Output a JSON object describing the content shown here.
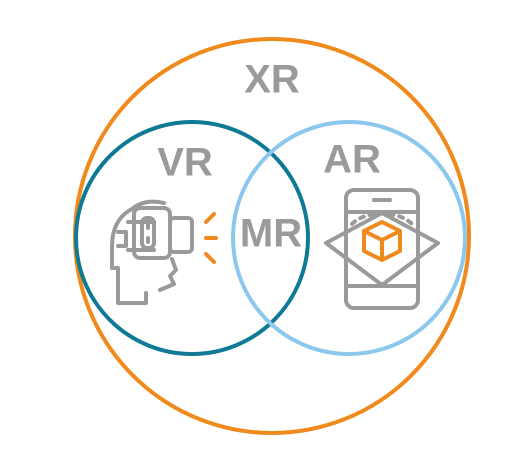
{
  "diagram": {
    "labels": {
      "xr": "XR",
      "vr": "VR",
      "ar": "AR",
      "mr": "MR"
    },
    "icons": {
      "vr": "vr-headset-head-icon",
      "ar": "phone-ar-cube-icon"
    },
    "colors": {
      "xr_circle": "#f08a1c",
      "vr_circle": "#0f7a94",
      "ar_circle": "#8cc8ee",
      "label_gray": "#9a9a9a",
      "icon_gray": "#9a9a9a",
      "accent_orange": "#f08a1c"
    }
  }
}
